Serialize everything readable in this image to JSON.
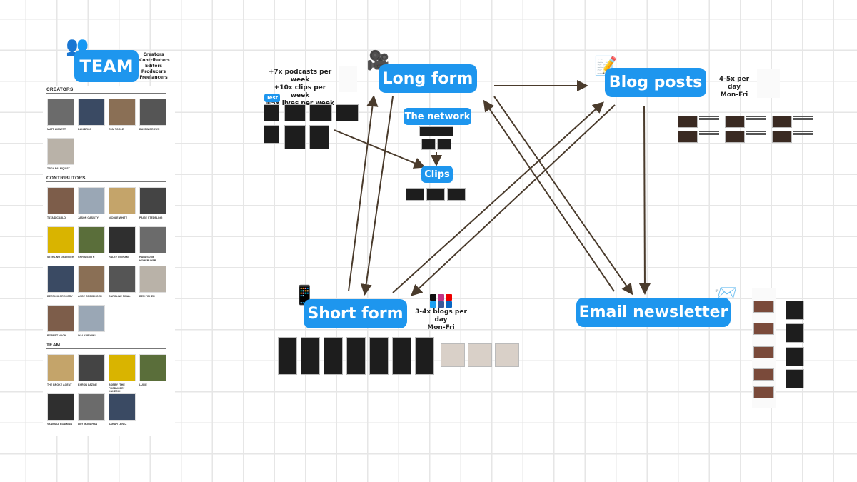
{
  "team": {
    "title": "TEAM",
    "roles": [
      "Creators",
      "Contributers",
      "Editors",
      "Producers",
      "Freelancers"
    ],
    "sections": [
      {
        "label": "CREATORS",
        "members": [
          "MATT LIONETTI",
          "DAN DROS",
          "TOM TOOLE",
          "DUSTIN BROWN",
          "TROY PALMQUIST"
        ]
      },
      {
        "label": "CONTRIBUTORS",
        "members": [
          "TAYA DICARLO",
          "JASON CASSITY",
          "NICOLE WHITE",
          "PAIGE STEDELING",
          "STERLING GRANGER",
          "CHRIS SMITH",
          "HALEY INGRAM",
          "HANDSOME HOMEBUYER",
          "DERRICK GREGORY",
          "ANDY GREISINGER",
          "CAROLINE PINAL",
          "BEN FISHER",
          "ROBERT NACK",
          "WALKUP WIKI"
        ]
      },
      {
        "label": "TEAM",
        "members": [
          "THE BROKE AGENT",
          "BYRON LAZINE",
          "BOBBY \"THE PRODUCER\" KANECKI",
          "LUCIE",
          "VANESSA BOWMAN",
          "LILY MONAHAN",
          "SARAH LENTZ"
        ]
      }
    ]
  },
  "nodes": {
    "long_form": "Long form",
    "the_network": "The network",
    "clips": "Clips",
    "blog_posts": "Blog posts",
    "short_form": "Short form",
    "email_newsletter": "Email newsletter",
    "test": "Test"
  },
  "notes": {
    "long_form": [
      "+7x podcasts per week",
      "+10x clips per week",
      "+5x lives per week"
    ],
    "blog": [
      "4-5x per day",
      "Mon-Fri"
    ],
    "short": [
      "3-4x blogs per day",
      "Mon-Fri"
    ]
  },
  "social_icons": [
    "tiktok-icon",
    "instagram-icon",
    "youtube-icon",
    "twitter-icon",
    "facebook-icon",
    "linkedin-icon"
  ],
  "colors": {
    "accent": "#1e96ee",
    "arrow": "#4a3b2c"
  }
}
